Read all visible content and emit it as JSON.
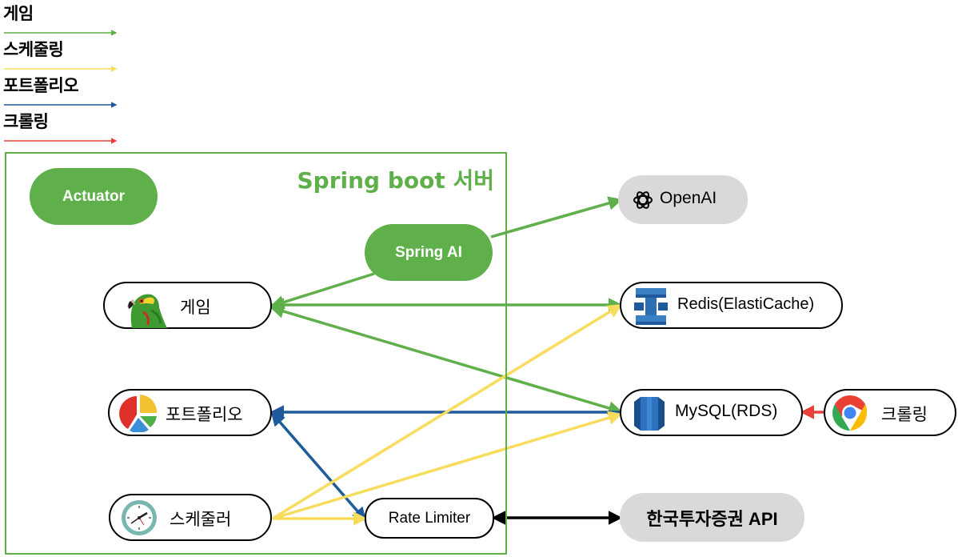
{
  "colors": {
    "green": "#5faf4a",
    "yellow": "#f7dc5e",
    "blue": "#1f5b9c",
    "red": "#e8413a",
    "black": "#000000",
    "grey": "#d9d9d9"
  },
  "legend": [
    {
      "label": "게임",
      "color": "green"
    },
    {
      "label": "스케줄링",
      "color": "yellow"
    },
    {
      "label": "포트폴리오",
      "color": "blue"
    },
    {
      "label": "크롤링",
      "color": "red"
    }
  ],
  "server": {
    "title": "Spring boot 서버"
  },
  "nodes": {
    "actuator": {
      "label": "Actuator"
    },
    "spring_ai": {
      "label": "Spring AI"
    },
    "game": {
      "label": "게임",
      "icon": "parrot-icon"
    },
    "portfolio": {
      "label": "포트폴리오",
      "icon": "pie-chart-icon"
    },
    "scheduler": {
      "label": "스케줄러",
      "icon": "clock-icon"
    },
    "rate_limiter": {
      "label": "Rate Limiter"
    },
    "openai": {
      "label": "OpenAI",
      "icon": "openai-logo-icon"
    },
    "redis": {
      "label": "Redis(ElastiCache)",
      "icon": "elasticache-icon"
    },
    "mysql": {
      "label": "MySQL(RDS)",
      "icon": "rds-icon"
    },
    "crawling": {
      "label": "크롤링",
      "icon": "chrome-icon"
    },
    "kis_api": {
      "label": "한국투자증권 API"
    }
  },
  "edges": [
    {
      "from": "spring_ai",
      "to": "openai",
      "color": "green",
      "direction": "forward"
    },
    {
      "from": "spring_ai",
      "to": "game",
      "color": "green",
      "direction": "forward"
    },
    {
      "from": "game",
      "to": "redis",
      "color": "green",
      "direction": "both"
    },
    {
      "from": "game",
      "to": "mysql",
      "color": "green",
      "direction": "both"
    },
    {
      "from": "mysql",
      "to": "portfolio",
      "color": "blue",
      "direction": "forward"
    },
    {
      "from": "portfolio",
      "to": "rate_limiter",
      "color": "blue",
      "direction": "both"
    },
    {
      "from": "crawling",
      "to": "mysql",
      "color": "red",
      "direction": "forward"
    },
    {
      "from": "scheduler",
      "to": "redis",
      "color": "yellow",
      "direction": "forward"
    },
    {
      "from": "scheduler",
      "to": "mysql",
      "color": "yellow",
      "direction": "forward"
    },
    {
      "from": "scheduler",
      "to": "rate_limiter",
      "color": "yellow",
      "direction": "forward"
    },
    {
      "from": "rate_limiter",
      "to": "kis_api",
      "color": "black",
      "direction": "both"
    }
  ]
}
